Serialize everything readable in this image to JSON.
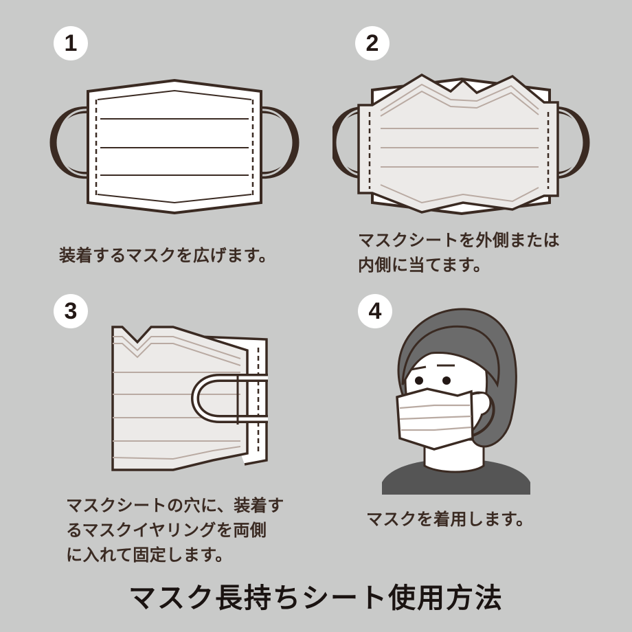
{
  "steps": [
    {
      "number": "1",
      "caption_lines": [
        "装着するマスクを広げます。"
      ]
    },
    {
      "number": "2",
      "caption_lines": [
        "マスクシートを外側または",
        "内側に当てます。"
      ]
    },
    {
      "number": "3",
      "caption_lines": [
        "マスクシートの穴に、装着す",
        "るマスクイヤリングを両側",
        "に入れて固定します。"
      ]
    },
    {
      "number": "4",
      "caption_lines": [
        "マスクを着用します。"
      ]
    }
  ],
  "footer": {
    "title": "マスク長持ちシート使用方法"
  },
  "colors": {
    "background": "#c9cac9",
    "outline": "#3a2a22",
    "mask_fill": "#ffffff",
    "sheet_fill": "#eceae8",
    "pleat": "#b9aaa2",
    "hair": "#6b6b6b",
    "shirt": "#555555"
  }
}
